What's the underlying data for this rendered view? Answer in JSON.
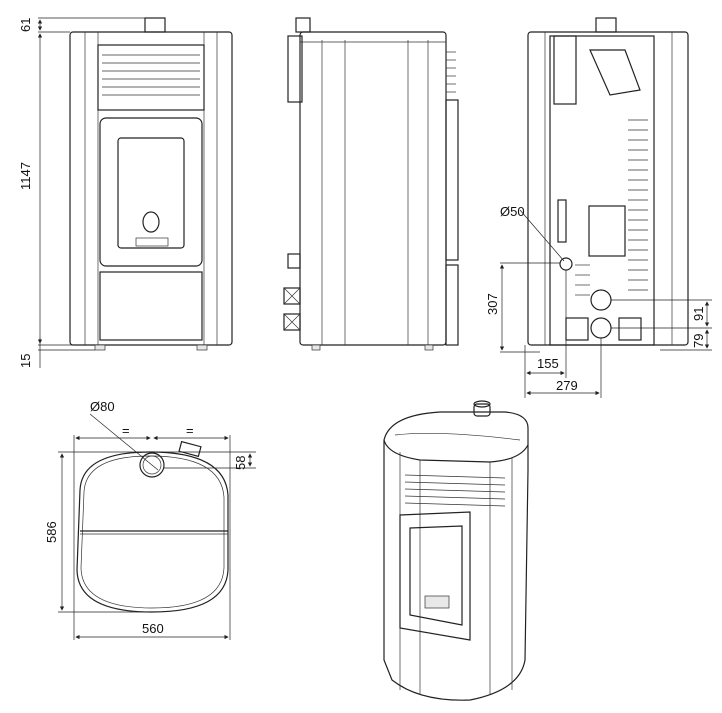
{
  "title": "Pellet stove technical drawing",
  "views": {
    "front": {
      "dimensions": {
        "top_flue": "61",
        "height": "1147",
        "foot": "15"
      }
    },
    "side": {},
    "rear": {
      "dimensions": {
        "inlet_diameter": "Ø50",
        "inlet_height": "307",
        "inlet_offset": "155",
        "outlet_offset": "279",
        "upper_pipe": "91",
        "lower_pipe": "79"
      }
    },
    "top": {
      "dimensions": {
        "flue_diameter": "Ø80",
        "equal_left": "=",
        "equal_right": "=",
        "flue_offset": "58",
        "depth": "586",
        "width": "560"
      }
    },
    "perspective": {}
  },
  "colors": {
    "line": "#222222",
    "background": "#ffffff"
  }
}
